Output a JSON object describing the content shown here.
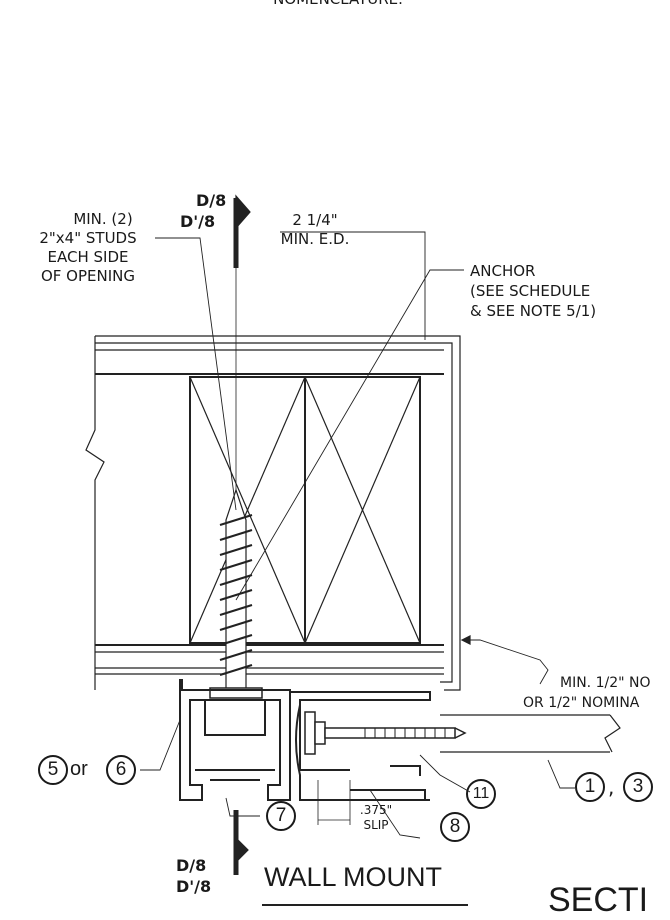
{
  "header": {
    "nomenclature": "NOMENCLATURE."
  },
  "section_marks": {
    "top_1": "D/8",
    "top_2": "D'/8",
    "bottom_1": "D/8",
    "bottom_2": "D'/8"
  },
  "labels": {
    "studs": [
      "MIN. (2)",
      "2\"x4\" STUDS",
      "EACH SIDE",
      "OF OPENING"
    ],
    "ed": [
      "2 1/4\"",
      "MIN. E.D."
    ],
    "anchor": [
      "ANCHOR",
      "(SEE SCHEDULE",
      "& SEE NOTE 5/1)"
    ],
    "nominal": [
      "MIN. 1/2\" NO",
      "OR 1/2\" NOMINA"
    ],
    "slip": [
      ".375\"",
      "SLIP"
    ]
  },
  "callouts": {
    "c5": "5",
    "or": "or",
    "c6": "6",
    "c7": "7",
    "c8": "8",
    "c11": "11",
    "c1": "1",
    "comma": ",",
    "c3": "3"
  },
  "title": "WALL MOUNT",
  "section_text": "SECTI"
}
